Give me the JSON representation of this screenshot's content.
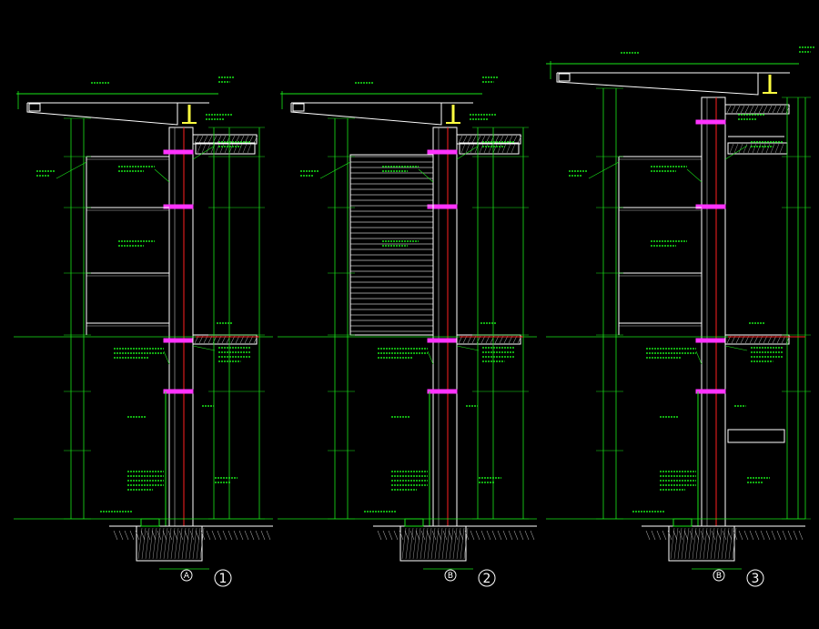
{
  "sections": [
    {
      "id": "1",
      "axis": "A"
    },
    {
      "id": "2",
      "axis": "B"
    },
    {
      "id": "3",
      "axis": "B"
    }
  ],
  "colors": {
    "background": "#000000",
    "green": "#19e619",
    "dim_green": "#0fbf0f",
    "white": "#ffffff",
    "red": "#ff2020",
    "magenta": "#ff33ff",
    "yellow": "#ffff40",
    "hatch": "#c0c0c0"
  }
}
